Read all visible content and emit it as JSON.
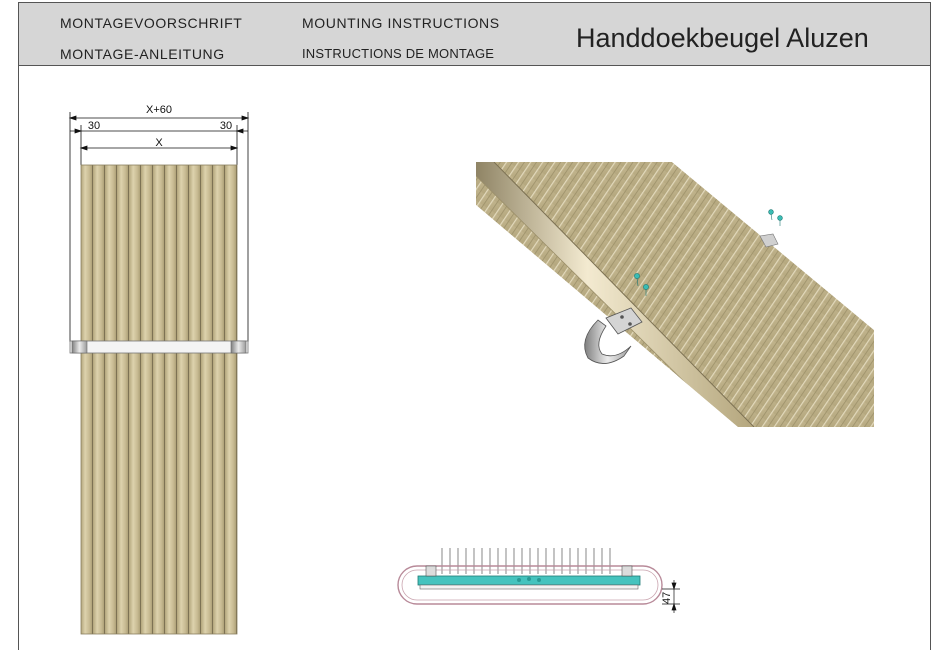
{
  "header": {
    "label_nl": "MONTAGEVOORSCHRIFT",
    "label_de": "MONTAGE-ANLEITUNG",
    "label_en": "MOUNTING INSTRUCTIONS",
    "label_fr": "INSTRUCTIONS DE MONTAGE",
    "title": "Handdoekbeugel Aluzen"
  },
  "front_view": {
    "dim_total": "X+60",
    "dim_left": "30",
    "dim_right": "30",
    "dim_inner": "X"
  },
  "section_view": {
    "dim_height": "47"
  },
  "colors": {
    "radiator": "#cbbe98",
    "radiator_dark": "#a79b72",
    "bracket": "#c9c9c9",
    "screw": "#3bbcb4"
  }
}
